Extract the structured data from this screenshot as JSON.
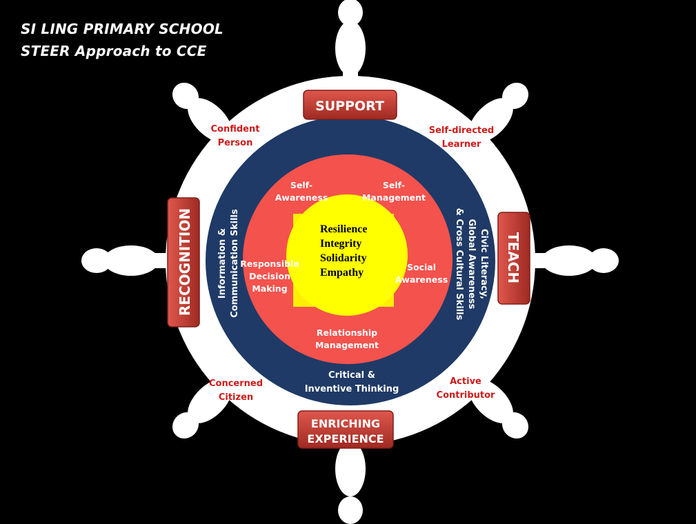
{
  "header": {
    "title_line1": "SI LING PRIMARY SCHOOL",
    "title_line2": "STEER Approach to CCE"
  },
  "pillars": {
    "support": "SUPPORT",
    "teach": "TEACH",
    "recognition": "RECOGNITION",
    "enriching": [
      "ENRICHING",
      "EXPERIENCE"
    ]
  },
  "outcomes": {
    "confident_person": [
      "Confident",
      "Person"
    ],
    "self_directed_learner": [
      "Self-directed",
      "Learner"
    ],
    "concerned_citizen": [
      "Concerned",
      "Citizen"
    ],
    "active_contributor": [
      "Active",
      "Contributor"
    ]
  },
  "competencies_21c": {
    "info_comm": [
      "Information &",
      "Communication Skills"
    ],
    "civic": [
      "Civic Literacy,",
      "Global Awareness",
      "& Cross Cultural Skills"
    ],
    "critical": [
      "Critical &",
      "Inventive Thinking"
    ]
  },
  "sel_competencies": {
    "self_awareness": [
      "Self-",
      "Awareness"
    ],
    "self_management": [
      "Self-",
      "Management"
    ],
    "responsible_decision": [
      "Responsible",
      "Decision",
      "Making"
    ],
    "social_awareness": [
      "Social",
      "Awareness"
    ],
    "relationship_management": [
      "Relationship",
      "Management"
    ]
  },
  "core_values": [
    "Resilience",
    "Integrity",
    "Solidarity",
    "Empathy"
  ],
  "colors": {
    "background": "#000000",
    "wheel": "#ffffff",
    "navy_ring": "#1f3a66",
    "red_ring": "#f4524d",
    "core": "#ffff00",
    "label_red": "#d01a1a",
    "pillar_red": "#c0392b"
  }
}
